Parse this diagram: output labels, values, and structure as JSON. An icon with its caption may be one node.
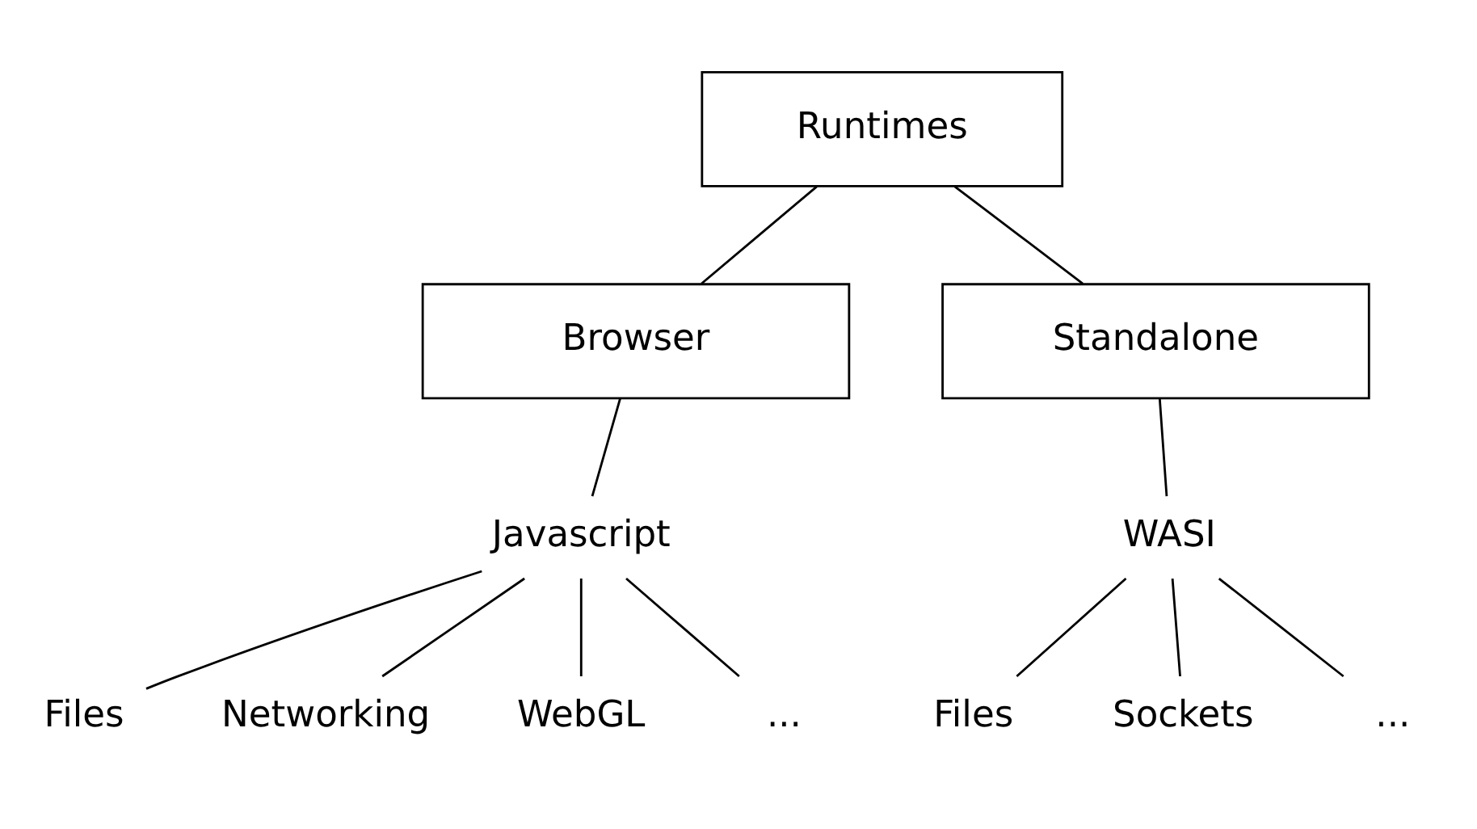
{
  "diagram": {
    "nodes": [
      {
        "text": [
          "Runtimes"
        ]
      },
      {
        "text": [
          "Browser"
        ]
      },
      {
        "text": [
          "Standalone"
        ]
      },
      {
        "text": [
          "Javascript"
        ]
      },
      {
        "text": [
          "Files"
        ]
      },
      {
        "text": [
          "Networking"
        ]
      },
      {
        "text": [
          "WebGL"
        ]
      },
      {
        "text": [
          "..."
        ]
      },
      {
        "text": [
          "WASI"
        ]
      },
      {
        "text": [
          "Files"
        ]
      },
      {
        "text": [
          "Sockets"
        ]
      },
      {
        "text": [
          "..."
        ]
      }
    ],
    "edges": [
      {
        "from": 0,
        "to": 1,
        "arrow": "none"
      },
      {
        "from": 0,
        "to": 2,
        "arrow": "none"
      },
      {
        "from": 1,
        "to": 3,
        "arrow": "none"
      },
      {
        "from": 3,
        "to": 4,
        "arrow": "none"
      },
      {
        "from": 3,
        "to": 5,
        "arrow": "none"
      },
      {
        "from": 3,
        "to": 6,
        "arrow": "none"
      },
      {
        "from": 3,
        "to": 7,
        "arrow": "none"
      },
      {
        "from": 2,
        "to": 8,
        "arrow": "none"
      },
      {
        "from": 8,
        "to": 9,
        "arrow": "none"
      },
      {
        "from": 8,
        "to": 10,
        "arrow": "none"
      },
      {
        "from": 8,
        "to": 11,
        "arrow": "none"
      }
    ]
  }
}
